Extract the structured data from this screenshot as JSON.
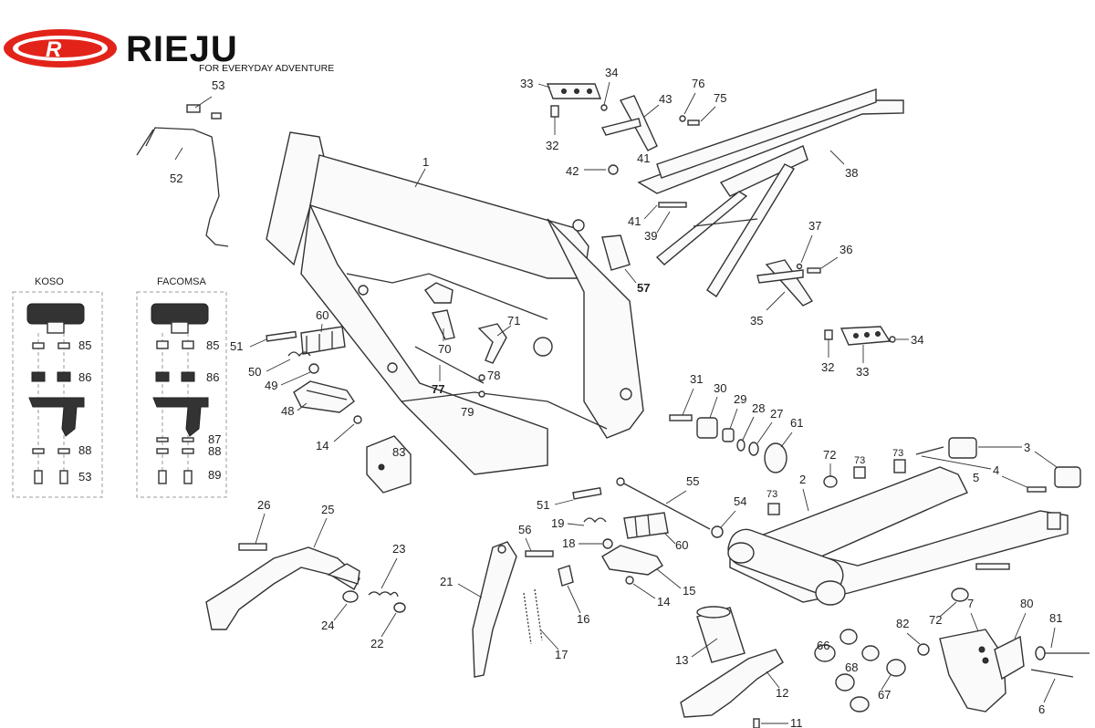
{
  "brand": {
    "name": "RIEJU",
    "tagline": "FOR EVERYDAY ADVENTURE",
    "accent_color": "#e2231a",
    "logo_letter": "R"
  },
  "insets": {
    "left_title": "KOSO",
    "right_title": "FACOMSA"
  },
  "parts": {
    "p1": "1",
    "p2": "2",
    "p3": "3",
    "p4": "4",
    "p5": "5",
    "p6": "6",
    "p7": "7",
    "p11": "11",
    "p12": "12",
    "p13": "13",
    "p14a": "14",
    "p14b": "14",
    "p15": "15",
    "p16": "16",
    "p17": "17",
    "p18": "18",
    "p19": "19",
    "p21": "21",
    "p22": "22",
    "p23": "23",
    "p24": "24",
    "p25": "25",
    "p26": "26",
    "p27": "27",
    "p28": "28",
    "p29": "29",
    "p30": "30",
    "p31": "31",
    "p32a": "32",
    "p32b": "32",
    "p33a": "33",
    "p33b": "33",
    "p34a": "34",
    "p34b": "34",
    "p35": "35",
    "p36": "36",
    "p37": "37",
    "p38": "38",
    "p39": "39",
    "p41a": "41",
    "p41b": "41",
    "p42": "42",
    "p43": "43",
    "p48": "48",
    "p49": "49",
    "p50": "50",
    "p51a": "51",
    "p51b": "51",
    "p52": "52",
    "p53a": "53",
    "p54": "54",
    "p55": "55",
    "p56": "56",
    "p57": "57",
    "p60a": "60",
    "p60b": "60",
    "p61": "61",
    "p66": "66",
    "p67": "67",
    "p68": "68",
    "p70": "70",
    "p71": "71",
    "p72a": "72",
    "p72b": "72",
    "p73a": "73",
    "p73b": "73",
    "p73c": "73",
    "p75": "75",
    "p76": "76",
    "p77": "77",
    "p78": "78",
    "p79": "79",
    "p80": "80",
    "p81": "81",
    "p82": "82",
    "p83": "83",
    "k85": "85",
    "k86": "86",
    "k88": "88",
    "k53": "53",
    "f85": "85",
    "f86": "86",
    "f87": "87",
    "f88": "88",
    "f89": "89"
  },
  "icons": {
    "logo": "rieju-logo-icon",
    "frame": "frame-icon",
    "swingarm": "swingarm-icon"
  }
}
